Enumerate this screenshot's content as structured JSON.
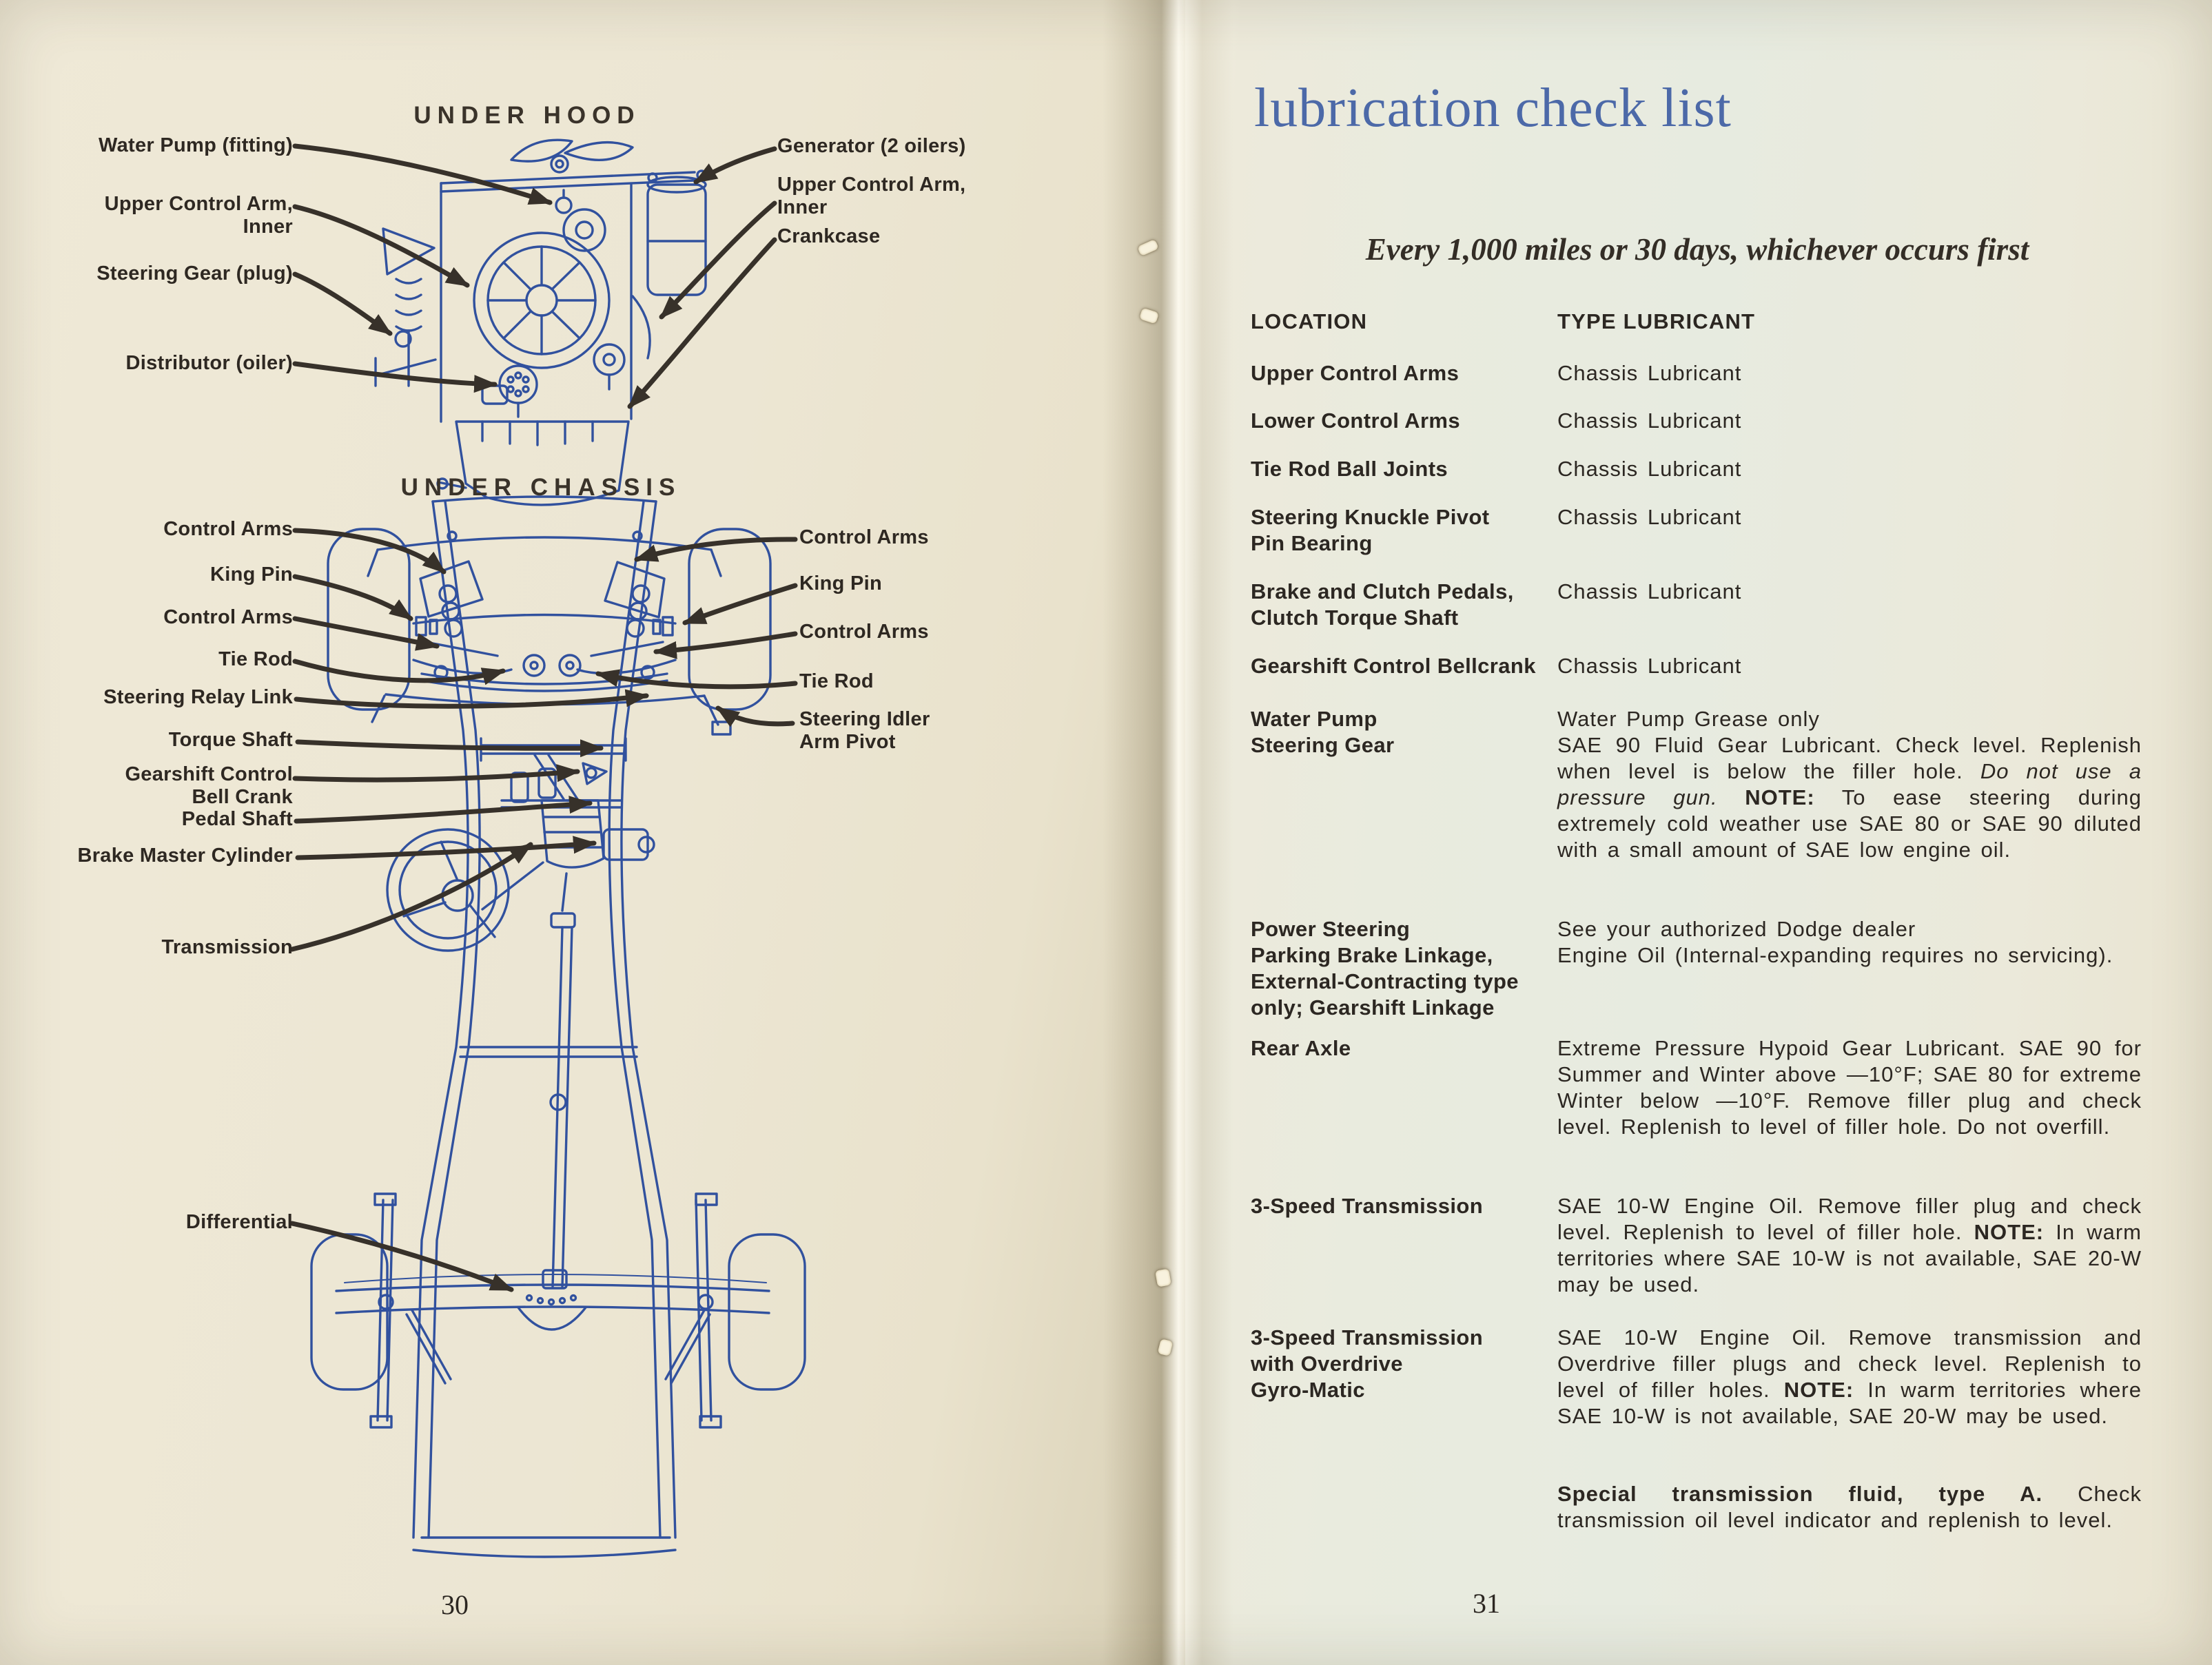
{
  "colors": {
    "paper_left": "#ece6d3",
    "paper_right": "#e8ebde",
    "ink_blue": "#31519e",
    "title_blue": "#4c69a8",
    "text_black": "#2c2722",
    "arrow_black": "#37312a"
  },
  "left_page": {
    "page_number": "30",
    "under_hood": {
      "title": "UNDER HOOD",
      "left_labels": [
        "Water Pump (fitting)",
        "Upper Control Arm,\nInner",
        "Steering Gear (plug)",
        "Distributor (oiler)"
      ],
      "right_labels": [
        "Generator (2 oilers)",
        "Upper Control Arm,\nInner",
        "Crankcase"
      ]
    },
    "under_chassis": {
      "title": "UNDER CHASSIS",
      "left_labels": [
        "Control Arms",
        "King Pin",
        "Control Arms",
        "Tie Rod",
        "Steering Relay Link",
        "Torque Shaft",
        "Gearshift Control\nBell Crank",
        "Pedal Shaft",
        "Brake Master Cylinder",
        "Transmission",
        "Differential"
      ],
      "right_labels": [
        "Control Arms",
        "King Pin",
        "Control Arms",
        "Tie Rod",
        "Steering Idler\nArm Pivot"
      ]
    }
  },
  "right_page": {
    "page_number": "31",
    "title": "lubrication check list",
    "subtitle": "Every 1,000 miles or 30 days, whichever occurs first",
    "table": {
      "location_header": "LOCATION",
      "lubricant_header": "TYPE LUBRICANT",
      "rows": [
        {
          "location": "Upper Control Arms",
          "runs": [
            {
              "text": "Chassis Lubricant"
            }
          ]
        },
        {
          "location": "Lower Control Arms",
          "runs": [
            {
              "text": "Chassis Lubricant"
            }
          ]
        },
        {
          "location": "Tie Rod Ball Joints",
          "runs": [
            {
              "text": "Chassis Lubricant"
            }
          ]
        },
        {
          "location": "Steering Knuckle Pivot\nPin Bearing",
          "runs": [
            {
              "text": "Chassis Lubricant"
            }
          ]
        },
        {
          "location": "Brake and Clutch Pedals,\nClutch Torque Shaft",
          "runs": [
            {
              "text": "Chassis Lubricant"
            }
          ]
        },
        {
          "location": "Gearshift Control Bellcrank",
          "runs": [
            {
              "text": "Chassis Lubricant"
            }
          ]
        },
        {
          "location": "Water Pump\nSteering Gear",
          "runs": [
            {
              "text": "Water Pump Grease only\nSAE 90 Fluid Gear Lubricant. Check level. Replenish when level is below the filler hole. "
            },
            {
              "text": "Do not use a pressure gun.",
              "italic": true
            },
            {
              "text": " "
            },
            {
              "text": "NOTE:",
              "bold": true
            },
            {
              "text": " To ease steering during extremely cold weather use SAE 80 or SAE 90 diluted with a small amount of SAE low engine oil."
            }
          ]
        },
        {
          "location": "Power Steering\nParking Brake Linkage,\nExternal-Contracting type\nonly; Gearshift Linkage",
          "runs": [
            {
              "text": "See your authorized Dodge dealer\nEngine Oil (Internal-expanding requires no servicing)."
            }
          ]
        },
        {
          "location": "Rear Axle",
          "runs": [
            {
              "text": "Extreme Pressure Hypoid Gear Lubricant. SAE 90 for Summer and Winter above —10°F; SAE 80 for extreme Winter below —10°F. Remove filler plug and check level. Replenish to level of filler hole. Do not overfill."
            }
          ]
        },
        {
          "location": "3-Speed Transmission",
          "runs": [
            {
              "text": "SAE 10-W Engine Oil. Remove filler plug and check level. Replenish to level of filler hole. "
            },
            {
              "text": "NOTE:",
              "bold": true
            },
            {
              "text": " In warm territories where SAE 10-W is not available, SAE 20-W may be used."
            }
          ]
        },
        {
          "location": "3-Speed Transmission\nwith Overdrive\nGyro-Matic",
          "runs": [
            {
              "text": "SAE 10-W Engine Oil. Remove transmission and Overdrive filler plugs and check level. Replenish to level of filler holes. "
            },
            {
              "text": "NOTE:",
              "bold": true
            },
            {
              "text": " In warm territories where SAE 10-W is not available, SAE 20-W may be used."
            }
          ]
        },
        {
          "location": "",
          "runs": [
            {
              "text": "Special transmission fluid, type A.",
              "bold": true
            },
            {
              "text": " Check transmission oil level indicator and replenish to level."
            }
          ]
        }
      ]
    }
  }
}
